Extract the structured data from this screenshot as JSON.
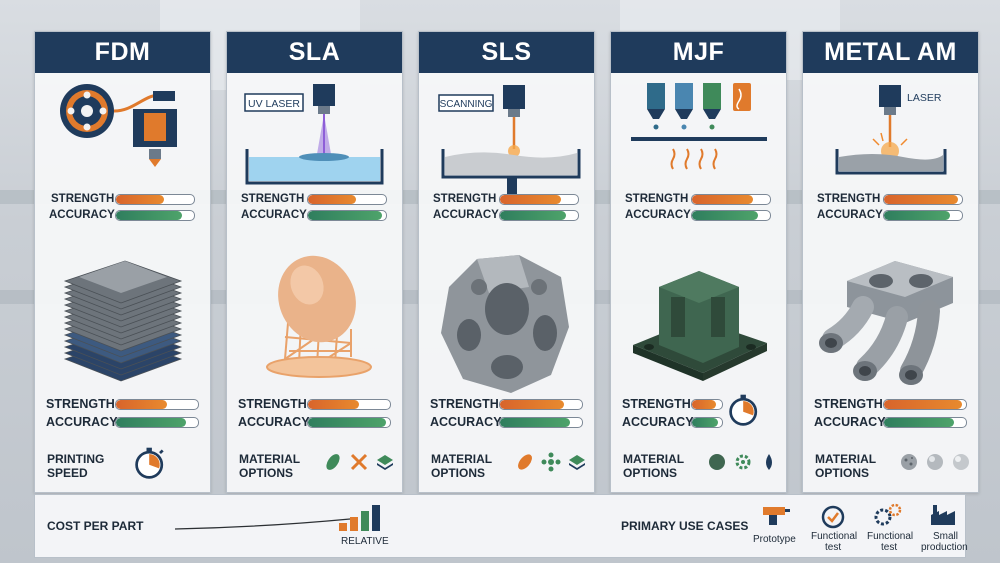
{
  "columns": [
    {
      "title": "FDM",
      "tag": "",
      "metrics_top": {
        "strength": "STRENGTH",
        "accuracy": "ACCURACY",
        "strength_level": 0.62,
        "accuracy_level": 0.85
      },
      "metrics_mid": {
        "strength": "STRENGTH",
        "accuracy": "ACCURACY",
        "strength_level": 0.62,
        "accuracy_level": 0.85
      },
      "bottom_label_1": "PRINTING",
      "bottom_label_2": "SPEED"
    },
    {
      "title": "SLA",
      "tag": "UV LASER",
      "metrics_top": {
        "strength": "STRENGTH",
        "accuracy": "ACCURACY",
        "strength_level": 0.62,
        "accuracy_level": 0.95
      },
      "metrics_mid": {
        "strength": "STRENGTH",
        "accuracy": "ACCURACY",
        "strength_level": 0.62,
        "accuracy_level": 0.95
      },
      "bottom_label_1": "MATERIAL",
      "bottom_label_2": "OPTIONS"
    },
    {
      "title": "SLS",
      "tag": "SCANNING",
      "metrics_top": {
        "strength": "STRENGTH",
        "accuracy": "ACCURACY",
        "strength_level": 0.78,
        "accuracy_level": 0.85
      },
      "metrics_mid": {
        "strength": "STRENGTH",
        "accuracy": "ACCURACY",
        "strength_level": 0.78,
        "accuracy_level": 0.85
      },
      "bottom_label_1": "MATERIAL",
      "bottom_label_2": "OPTIONS"
    },
    {
      "title": "MJF",
      "tag": "",
      "metrics_top": {
        "strength": "STRENGTH",
        "accuracy": "ACCURACY",
        "strength_level": 0.78,
        "accuracy_level": 0.85
      },
      "metrics_mid": {
        "strength": "STRENGTH",
        "accuracy": "ACCURACY",
        "strength_level": 0.8,
        "accuracy_level": 0.85
      },
      "bottom_label_1": "MATERIAL",
      "bottom_label_2": "OPTIONS"
    },
    {
      "title": "METAL AM",
      "tag": "LASER",
      "metrics_top": {
        "strength": "STRENGTH",
        "accuracy": "ACCURACY",
        "strength_level": 0.95,
        "accuracy_level": 0.85
      },
      "metrics_mid": {
        "strength": "STRENGTH",
        "accuracy": "ACCURACY",
        "strength_level": 0.95,
        "accuracy_level": 0.85
      },
      "bottom_label_1": "MATERIAL",
      "bottom_label_2": "OPTIONS"
    }
  ],
  "footer": {
    "cost_label": "COST PER PART",
    "relative_label": "RELATIVE",
    "use_cases_label": "PRIMARY USE CASES",
    "use_cases": [
      {
        "l1": "Prototype",
        "l2": "",
        "icon": "drill-icon"
      },
      {
        "l1": "Functional",
        "l2": "test",
        "icon": "check-badge-icon"
      },
      {
        "l1": "Functional",
        "l2": "test",
        "icon": "gears-icon"
      },
      {
        "l1": "Small",
        "l2": "production",
        "icon": "factory-icon"
      }
    ]
  },
  "colors": {
    "header": "#1f3b5c",
    "strength": "#e07a2c",
    "accuracy": "#3f9466"
  }
}
